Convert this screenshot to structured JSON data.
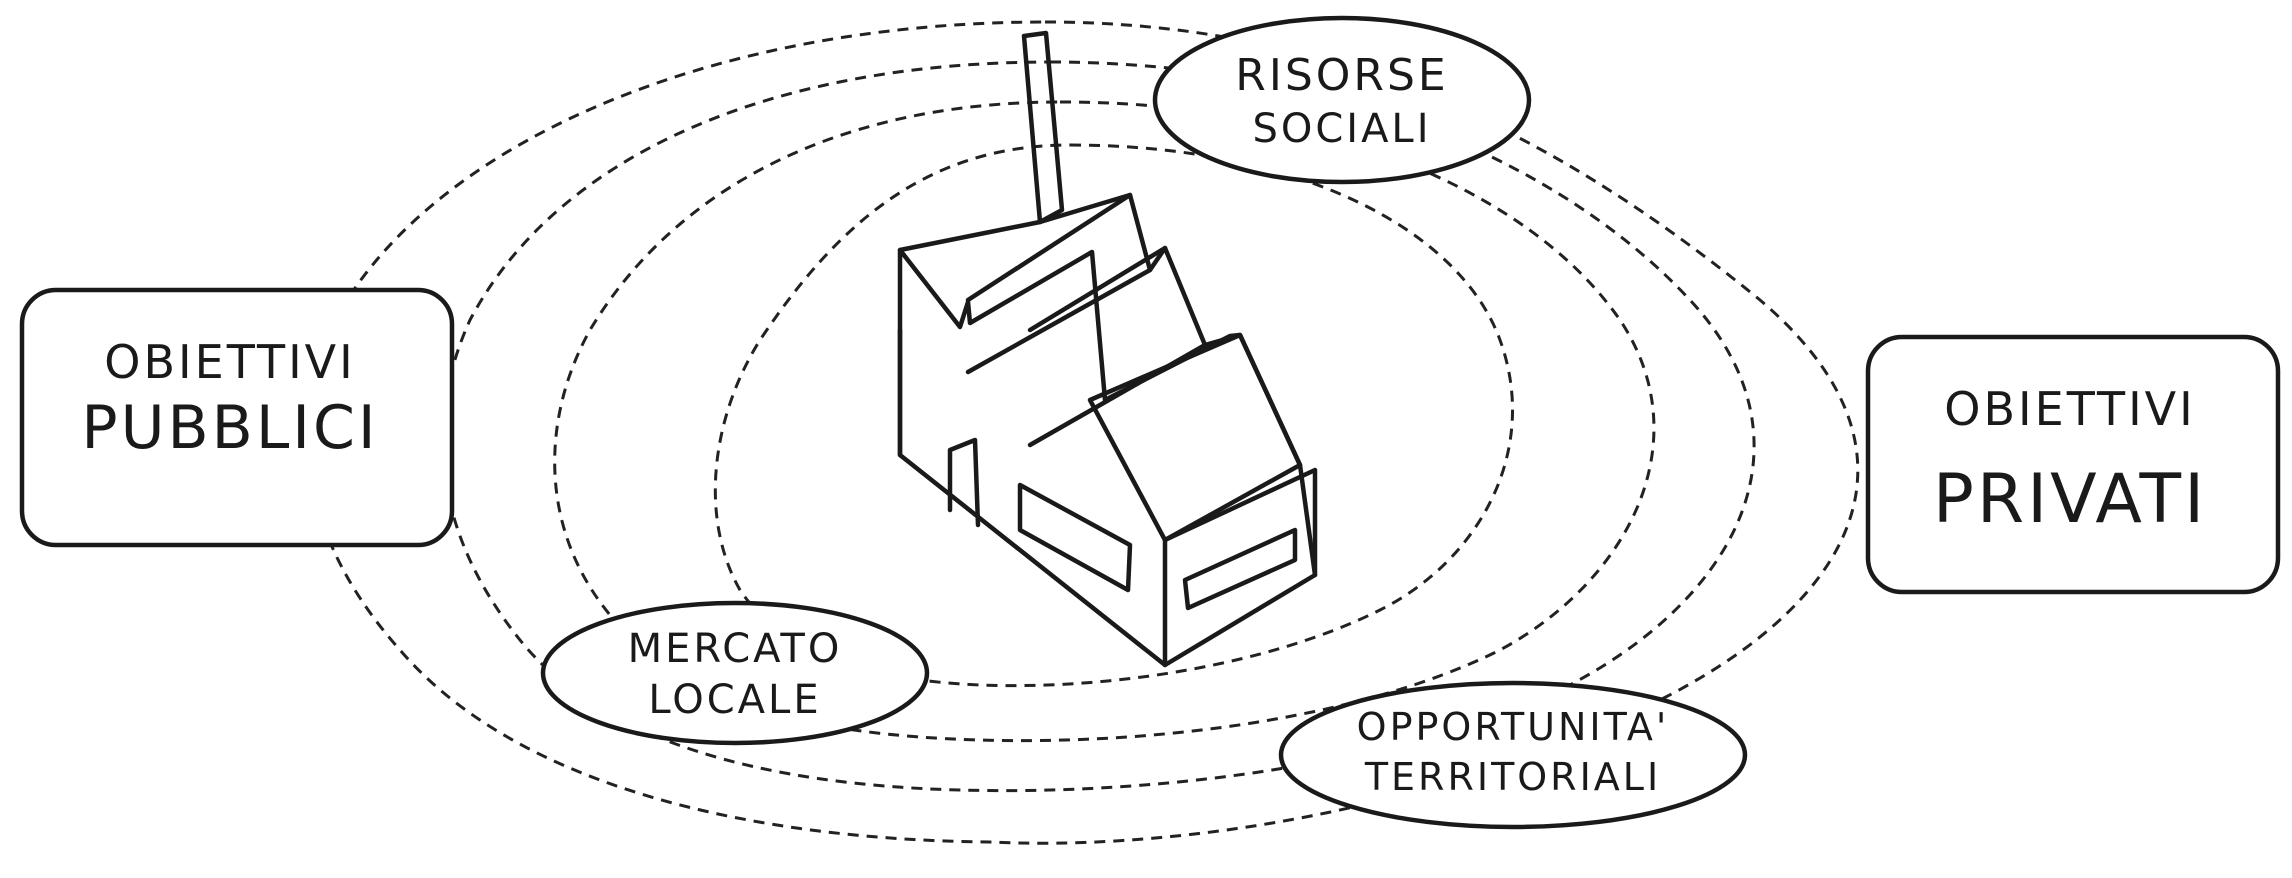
{
  "nodes": {
    "risorse_sociali": {
      "line1": "RISORSE",
      "line2": "SOCIALI"
    },
    "obiettivi_pubblici": {
      "line1": "OBIETTIVI",
      "line2": "PUBBLICI"
    },
    "obiettivi_privati": {
      "line1": "OBIETTIVI",
      "line2": "PRIVATI"
    },
    "mercato_locale": {
      "line1": "MERCATO",
      "line2": "LOCALE"
    },
    "opportunita_territoriali": {
      "line1": "OPPORTUNITA'",
      "line2": "TERRITORIALI"
    }
  },
  "center_icon": "factory-icon",
  "colors": {
    "ink": "#1a1a1a",
    "background": "#ffffff"
  }
}
